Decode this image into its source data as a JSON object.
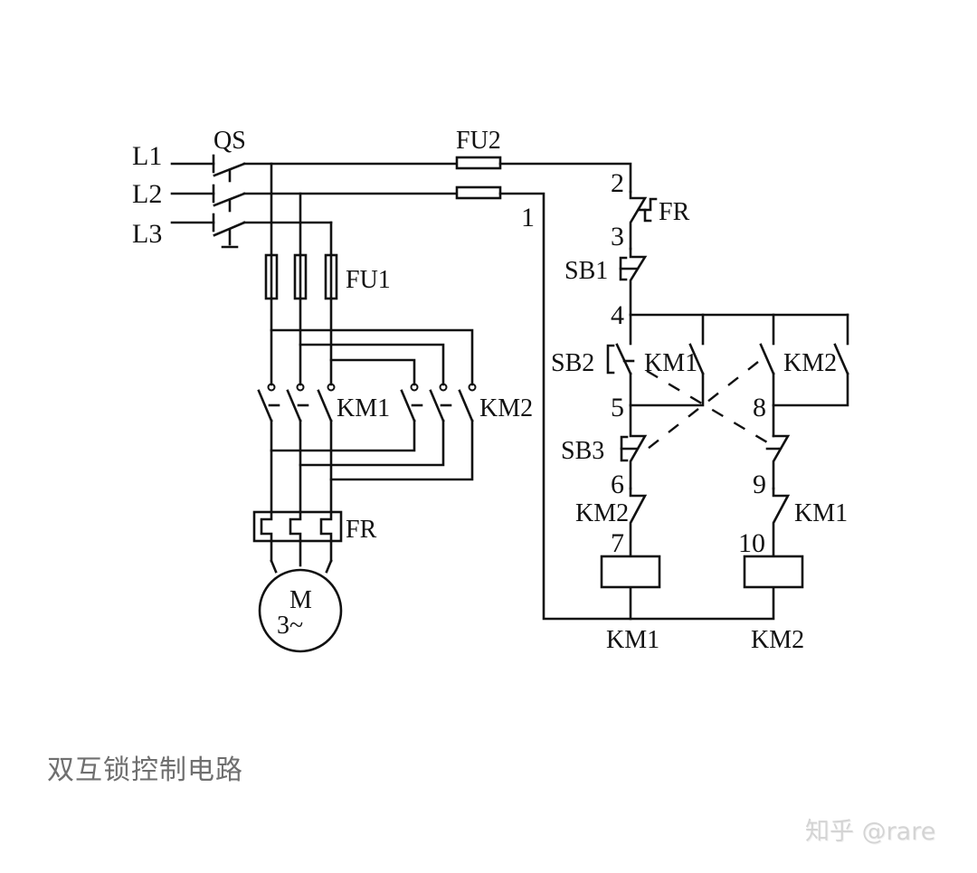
{
  "diagram": {
    "title": "双互锁控制电路",
    "type": "electrical-schematic",
    "power_lines": [
      "L1",
      "L2",
      "L3"
    ],
    "main_circuit": {
      "isolator": "QS",
      "main_fuses": "FU1",
      "forward_contactor_main": "KM1",
      "reverse_contactor_main": "KM2",
      "thermal_relay": "FR",
      "motor": {
        "symbol": "M",
        "phase": "3~"
      }
    },
    "control_circuit": {
      "control_fuse": "FU2",
      "thermal_contact": "FR",
      "stop_button": "SB1",
      "forward_button": "SB2",
      "reverse_button": "SB3",
      "km1_aux_contact": "KM1",
      "km2_aux_contact": "KM2",
      "interlock_km2_in_km1_branch": "KM2",
      "interlock_km1_in_km2_branch": "KM1",
      "coils": [
        "KM1",
        "KM2"
      ],
      "node_numbers": [
        "1",
        "2",
        "3",
        "4",
        "5",
        "6",
        "7",
        "8",
        "9",
        "10"
      ]
    }
  },
  "caption": "双互锁控制电路",
  "watermark": "知乎 @rare"
}
